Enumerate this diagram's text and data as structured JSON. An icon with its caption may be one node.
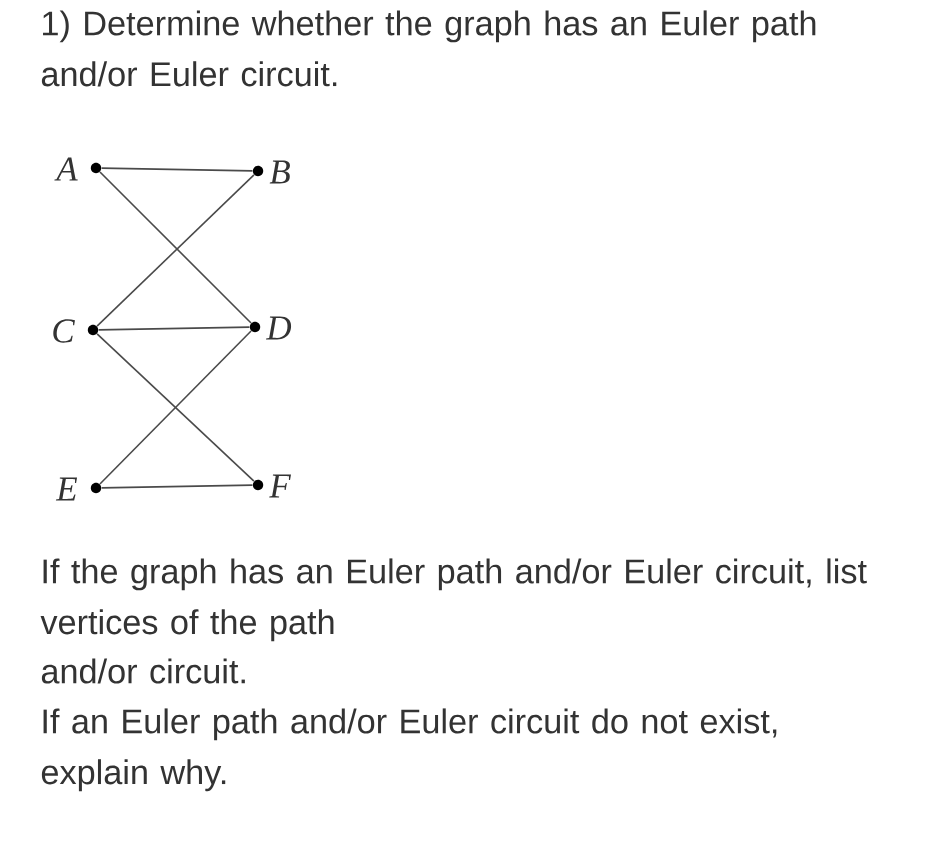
{
  "diagram": {
    "title": "1) Determine whether the graph has an Euler path and/or Euler circuit.",
    "nodes": [
      {
        "text": [],
        "shape": "circle",
        "beside": [
          "A"
        ]
      },
      {
        "text": [],
        "shape": "circle",
        "beside": [
          "B"
        ]
      },
      {
        "text": [],
        "shape": "circle",
        "beside": [
          "C"
        ]
      },
      {
        "text": [],
        "shape": "circle",
        "beside": [
          "D"
        ]
      },
      {
        "text": [],
        "shape": "circle",
        "beside": [
          "E"
        ]
      },
      {
        "text": [],
        "shape": "circle",
        "beside": [
          "F"
        ]
      }
    ],
    "edges": [
      {
        "from": 0,
        "to": 1,
        "arrow": "none"
      },
      {
        "from": 0,
        "to": 3,
        "arrow": "none"
      },
      {
        "from": 1,
        "to": 2,
        "arrow": "none"
      },
      {
        "from": 2,
        "to": 3,
        "arrow": "none"
      },
      {
        "from": 2,
        "to": 5,
        "arrow": "none"
      },
      {
        "from": 3,
        "to": 4,
        "arrow": "none"
      },
      {
        "from": 4,
        "to": 5,
        "arrow": "none"
      }
    ],
    "labels": [
      "If the graph has an Euler path and/or Euler circuit, list vertices of the path",
      "and/or circuit.",
      "If an Euler path and/or Euler circuit do not exist, explain why."
    ]
  }
}
